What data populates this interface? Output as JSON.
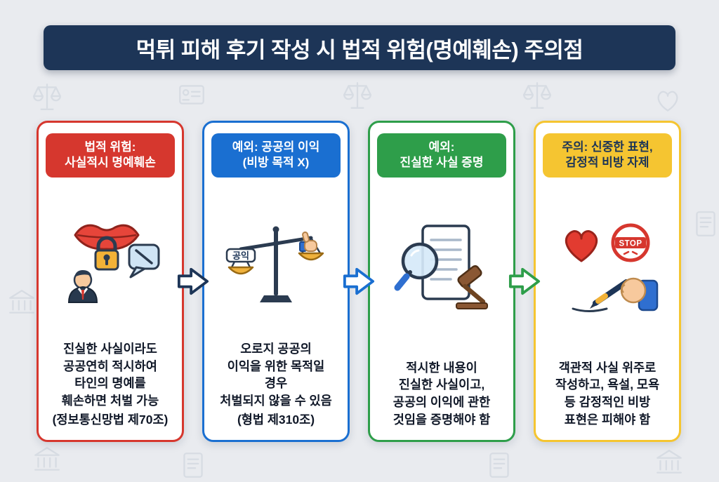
{
  "title": "먹튀 피해 후기 작성 시 법적 위험(명예훼손) 주의점",
  "colors": {
    "header_bg": "#1d3557",
    "page_bg": "#e9ebef",
    "red": "#d6372e",
    "blue": "#1a6fd1",
    "green": "#2e9e4a",
    "yellow": "#f5c531",
    "arrow_1": "#1d3557",
    "arrow_2": "#1a6fd1",
    "arrow_3": "#2e9e4a"
  },
  "cards": [
    {
      "badge": "법적 위험:\n사실적시 명예훼손",
      "body": "진실한 사실이라도\n공공연히 적시하여\n타인의 명예를\n훼손하면 처벌 가능",
      "law": "(정보통신망법 제70조)",
      "icon": "lips-lock-icon"
    },
    {
      "badge": "예외: 공공의 이익\n(비방 목적 X)",
      "body": "오로지 공공의\n이익을 위한 목적일\n경우\n처벌되지 않을 수 있음",
      "law": "(형법 제310조)",
      "icon": "balance-scale-icon",
      "icon_label": "공익"
    },
    {
      "badge": "예외:\n진실한 사실 증명",
      "body": "적시한 내용이\n진실한 사실이고,\n공공의 이익에 관한\n것임을 증명해야 함",
      "icon": "document-search-gavel-icon"
    },
    {
      "badge": "주의: 신중한 표현,\n감정적 비방 자제",
      "body": "객관적 사실 위주로\n작성하고, 욕설, 모욕\n등 감정적인 비방\n표현은 피해야 함",
      "icon": "heart-stop-pen-icon",
      "stop_label": "STOP"
    }
  ]
}
